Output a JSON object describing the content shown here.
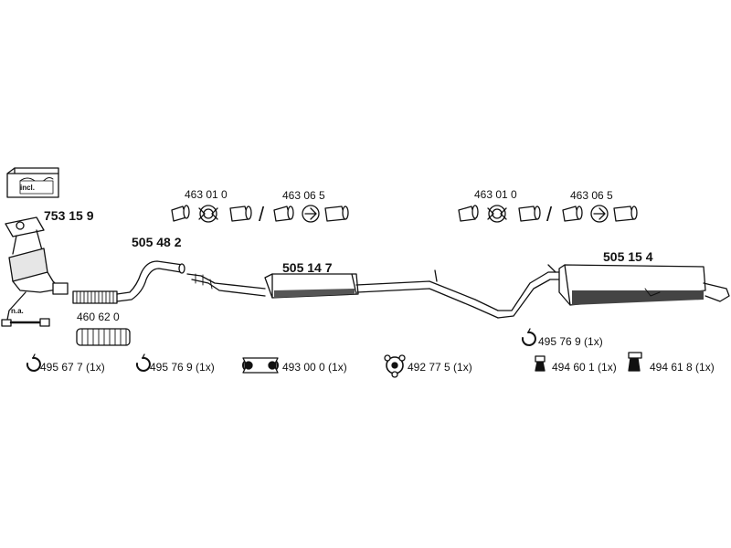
{
  "kit": {
    "label": "incl."
  },
  "parts": {
    "catalyst": "753 15 9",
    "front_pipe": "505 48 2",
    "flex_sleeve": "460 62 0",
    "middle_silencer": "505 14 7",
    "rear_silencer": "505 15 4"
  },
  "sensor_note": "n.a.",
  "joints": {
    "left_a": "463 01 0",
    "left_b": "463 06 5",
    "right_a": "463 01 0",
    "right_b": "463 06 5",
    "separator": "/"
  },
  "fittings": {
    "clamp_1": "495 67 7 (1x)",
    "clamp_2": "495 76 9 (1x)",
    "mount_ring": "493 00 0 (1x)",
    "rubber_mount": "492 77 5 (1x)",
    "clamp_3": "495 76 9 (1x)",
    "hanger_1": "494 60 1 (1x)",
    "hanger_2": "494 61 8 (1x)"
  }
}
